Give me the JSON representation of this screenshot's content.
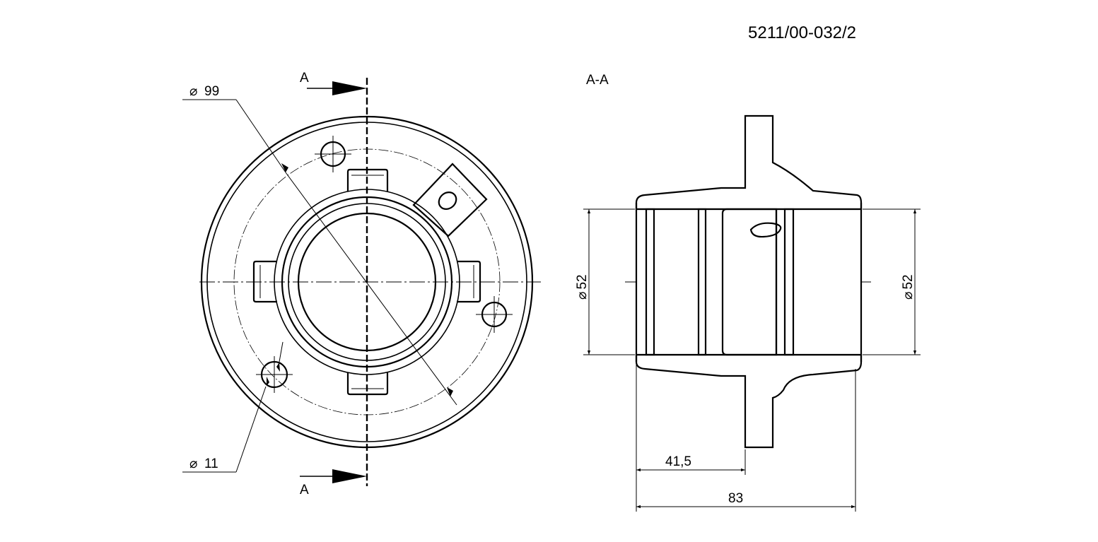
{
  "drawing": {
    "part_number": "5211/00-032/2",
    "section_title": "A-A",
    "cut_label_top": "A",
    "cut_label_bottom": "A"
  },
  "dimensions": {
    "flange_pitch_diameter": "99",
    "hole_diameter": "11",
    "left_bore": "52",
    "right_bore": "52",
    "flange_offset": "41,5",
    "overall_length": "83"
  }
}
